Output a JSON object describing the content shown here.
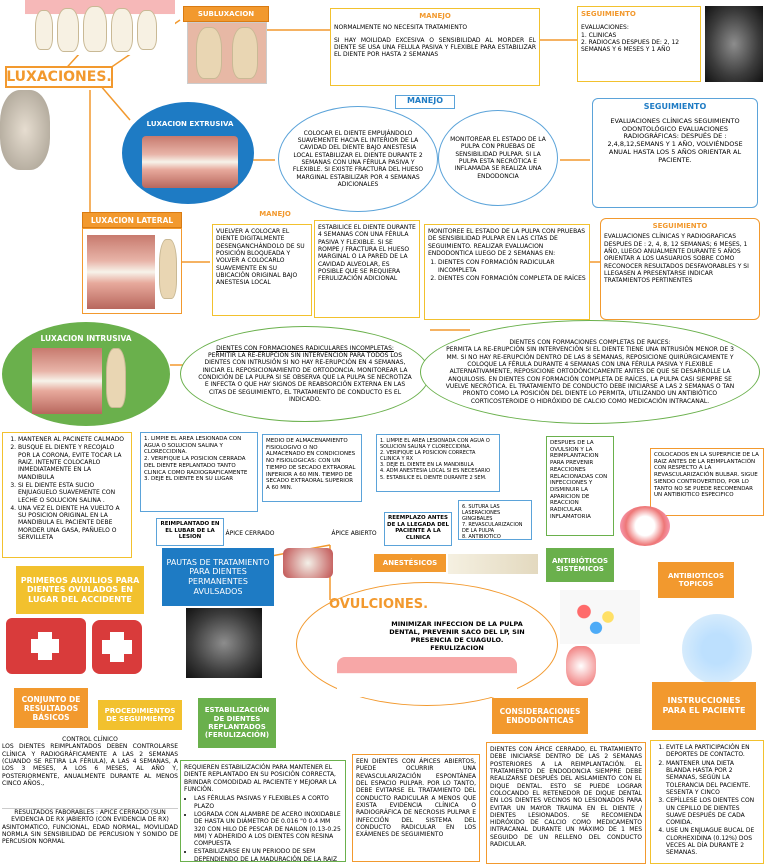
{
  "title": "LUXACIONES.",
  "subluxacion": "SUBLUXACION",
  "manejo_label": "MANEJO",
  "seguimiento_label": "SEGUIMIENTO",
  "sub_manejo_1": "NORMALMENTE NO NECESITA TRATAMIENTO",
  "sub_manejo_2": "SI HAY MOILIDAD EXCESIVA O SENSIBILIDAD AL MORDER EL DIENTE SE USA UNA FELULA PASIVA Y FLEXIBLE PARA ESTABILIZAR EL DIENTE POR HASTA 2 SEMANAS",
  "sub_seg": [
    "EVALUACIONES:",
    "1. CLINICAS",
    "2. RADIOCAS DESPUES DE: 2, 12 SEMANAS Y 6 MESES Y 1 AÑO"
  ],
  "extrusiva": "LUXACION EXTRUSIVA",
  "ext_manejo_1": "COLOCAR EL DIENTE EMPUJÁNDOLO SUAVEMENTE HACIA EL INTERIOR DE LA CAVIDAD DEL DIENTE BAJO ANESTESIA LOCAL ESTABILIZAR EL DIENTE DURANTE 2 SEMANAS CON UNA FÉRULA PASIVA Y FLEXIBLE. SI EXISTE FRACTURA DEL HUESO MARGINAL ESTABILIZAR POR 4 SEMANAS ADICIONALES",
  "ext_manejo_2": "MONITOREAR EL ESTADO DE LA PULPA CON PRUEBAS DE SENSIBILIDAD PULPAR. SI LA PULPA ESTA NECRÓTICA E INFLAMADA SE REALIZA UNA ENDODONCIA",
  "ext_seg": "EVALUACIONES CLÍNICAS SEGUIMIENTO ODONTOLÓGICO EVALUACIONES RADIOGRÁFICAS: DESPUÉS DE : 2,4,8,12,SEMANS Y 1 AÑO, VOLVIÉNDOSE ANUAL HASTA LOS 5 AÑOS ORIENTAR AL PACIENTE.",
  "lateral": "LUXACION LATERAL",
  "lat_manejo_1": "VUELVER A COLOCAR EL DIENTE DIGITALMENTE DESENGANCHÁNDOLO DE SU POSICIÓN BLOQUEADA Y VOLVER A COLOCARLO SUAVEMENTE EN SU UBICACIÓN ORIGINAL BAJO ANESTESIA LOCAL",
  "lat_manejo_2": "ESTABILICE EL DIENTE DURANTE 4 SEMANAS CON UNA FÉRULA PASIVA Y FLEXIBLE. SI SE ROMPE / FRACTURA EL HUESO MARGINAL O LA PARED DE LA CAVIDAD ALVEOLAR, ES POSIBLE QUE SE REQUIERA FERULIZACIÓN ADICIONAL",
  "lat_manejo_3_intro": "MONITOREE EL ESTADO DE LA PULPA CON PRUEBAS DE SENSIBILIDAD PULPAR EN LAS CITAS DE SEGUIMIENTO. REALIZAR EVALUACION ENDODONTICA LUEGO DE 2 SEMANAS EN:",
  "lat_manejo_3_items": [
    "DIENTES CON FORMACIÓN RADICULAR INCOMPLETA",
    "DIENTES CON FORMACIÓN COMPLETA DE RAÍCES"
  ],
  "lat_seg": "EVALUACIONES CLÍNICAS Y RADIOGRAFICAS DESPUES DE : 2, 4, 8, 12 SEMANAS; 6 MESES, 1 AÑO, LUEGO ANUALMENTE DURANTE 5 AÑOS ORIENTAR A LOS UASUARIOS SOBRE COMO RECONOCER RESULTADOS DESFAVORABLES Y SI LLEGASEN A PRESENTARSE INDICAR TRATAMIENTOS PERTINENTES",
  "intrusiva": "LUXACION INTRUSIVA",
  "int_incompletas_title": "DIENTES CON FORMACIONES RADICULARES INCOMPLETAS:",
  "int_incompletas": "PERMITIR LA RE-ERUPCIÓN SIN INTERVENCIÓN PARA TODOS LOS DIENTES CON INTRUSIÓN SI NO HAY RE-ERUPCIÓN EN 4 SEMANAS, INICIAR EL REPOSICIONAMIENTO DE ORTODONCIA. MONITOREAR LA CONDICIÓN DE LA PULPA SI SE OBSERVA QUE LA PULPA SE NECROTIZA E INFECTA O QUE HAY SIGNOS DE REABSORCIÓN EXTERNA EN LAS CITAS DE SEGUIMIENTO, EL TRATAMIENTO DE CONDUCTO ES EL INDICADO.",
  "int_completas_title": "DIENTES CON FORMACIONES COMPLETAS DE RAICES:",
  "int_completas": "PERMITA LA RE-ERUPCIÓN SIN INTERVENCIÓN SI EL DIENTE TIENE UNA INTRUSIÓN MENOR DE 3 MM. SI NO HAY RE-ERUPCIÓN DENTRO DE LAS 8 SEMANAS, REPOSICIONE QUIRÚRGICAMENTE Y COLOQUE LA FÉRULA DURANTE 4 SEMANAS CON UNA FÉRULA PASIVA Y FLEXIBLE ALTERNATIVAMENTE, REPOSICIONE ORTODÓNCICAMENTE ANTES DE QUE SE DESARROLLE LA ANQUILOSIS. EN DIENTES CON FORMACIÓN COMPLETA DE RAÍCES, LA PULPA CASI SIEMPRE SE VUELVE NECRÓTICA. EL TRATAMIENTO DE CONDUCTO DEBE INICIARSE A LAS 2 SEMANAS O TAN PRONTO COMO LA POSICIÓN DEL DIENTE LO PERMITA, UTILIZANDO UN ANTIBIÓTICO CORTICOSTEROIDE O HIDRÓXIDO DE CALCIO COMO MEDICACIÓN INTRACANAL.",
  "primeros_list": [
    "MANTENER AL PACINETE CALMADO",
    "BUSQUE EL DIENTE Y RECOJALO POR LA CORONA, EVITE TOCAR LA RAIZ. INTENTE COLOCARLO INMEDIATAMENTE EN LA MANDIBULA",
    "SI EL DIENTE ESTA SUCIO ENJUAGUELO SUAVEMENTE CON LECHE O SOLUCION SALINA .",
    "UNA VEZ EL DIENTE HA VUELTO A SU POSICION ORIGINAL EN LA MANDIBULA EL PACIENTE DEBE MORDER UNA GASA, PAÑUELO O SERVILLETA"
  ],
  "cerrado_list": [
    "1. LIMPIE EL AREA LESIONADA CON AGUA O SOLUCION SALINA Y CLORECCIDINA.",
    "2. VERIFIQUE LA POSICION CERRADA DEL DIENTE REPLANTADO TANTO CLINICA COMO RADIOGRAFICAMENTE",
    "3. DEJE EL DIENTE EN SU LUGAR"
  ],
  "medio": "MEDIO DE ALMACENAMIENTO FISIOLOGIVO O NO ALMACENADO EN CONDICIONES NO FISIOLOGICAS: CON UN TIEMPO DE SECADO EXTRAORAL INFERIOR A 60 MIN. TIEMPO DE SECADO EXTRAORAL SUPERIOR A 60 MIN.",
  "abierto_list": [
    "1. LIMPIE EL AREA LESIONADA CON AGUA O SOLUCION SALINA Y CLORECCIDINA.",
    "2. VERIFIQUE LA POSICION CORRECTA CLINICA Y RX",
    "3. DEJE EL DIENTE EN LA MANDIBULA",
    "4. ADM ANESTESIA LOCAL SI ES NECESARIO",
    "5. ESTABILICE EL DIENTE DURANTE 2 SEM."
  ],
  "abierto_list2": [
    "6. SUTURA LAS LASERACIONES GINGIBALES",
    "7. REVASCULARIZACION DE LA PULPA",
    "8. ANTIBIOTICO"
  ],
  "antib_text": "DESPUES DE LA OVULSION Y LA REIMPLANTACION PARA PREVENIR REACCIONES RELACIONADAS CON INFECCIONES Y DISMINUIR LA APARICION DE REACCION RADICULAR INFLAMATORIA",
  "topicos_text": "COLOCADOS EN LA SUPERFICIE DE LA RAIZ ANTES DE LA REIMPLANTACIÓN CON RESPECTO A LA REVASCULARIZACIÓN BULBAR. SIGUE SIENDO CONTROVERTIDO, POR LO TANTO NO SE PUEDE RECOMENDAR UN ANTIBIOTICO ESPECIFICO",
  "reimplantado": "REIMPLANTADO EN EL LUBAR DE LA LESION",
  "apice_cerrado": "ÁPICE CERRADO",
  "apice_abierto": "ÁPICE ABIERTO",
  "reemplazo": "REEMPLAZO ANTES DE LA LLEGADA DEL PACIENTE A LA CLINICA",
  "pautas": "PAUTAS DE TRATAMIENTO PARA DIENTES PERMANENTES AVULSADOS",
  "anesteticos": "ANESTÉSICOS",
  "antibioticos_sist": "ANTIBIÓTICOS SISTÉMICOS",
  "antibioticos_top": "ANTIBIOTICOS TOPICOS",
  "primeros_auxilios": "PRIMEROS AUXILIOS PARA DIENTES OVULADOS EN LUGAR DEL ACCIDENTE",
  "ovulciones": "OVULCIONES.",
  "ovulciones_text": "MINIMIZAR INFECCION DE LA PULPA DENTAL, PREVENIR SACO DEL LP, SIN PRESENCIA DE CUAGULO. FERULIZACION",
  "conjunto": "CONJUNTO DE RESULTADOS BÁSICOS",
  "procedimientos": "PROCEDIMIENTOS DE SEGUIMIENTO",
  "estabilizacion": "ESTABILIZACIÓN DE DIENTES REPLANTADOS (FERULIZACIÓN)",
  "consideraciones": "CONSIDERACIONES ENDODÓNTICAS",
  "instrucciones": "INSTRUCCIONES PARA EL PACIENTE",
  "control_title": "CONTROL CLÍNICO",
  "control_text": "LOS DIENTES REIMPLANTADOS DEBEN CONTROLARSE CLÍNICA Y RADIOGRÁFICAMENTE A LAS 2 SEMANAS (CUANDO SE RETIRA LA FÉRULA), A LAS 4 SEMANAS, A LOS 3 MESES, A LOS 6 MESES, AL AÑO Y, POSTERIORMENTE, ANUALMENTE DURANTE AL MENOS CINCO AÑOS.,",
  "resultados_title": "RESULTADOS FABORABLES : APICE CERRADO (SUN EVIDENCIA DE RX JABIERTO (CON EVIDENCIA DE RX)",
  "resultados_text": "ASINTOMATICO, FUNCIONAL, EDAD NORMAL, MOVILIDAD NORMLA SIN SENSIBILIDAD DE PERCUSION Y SONIDO DE PERCUSION NORMAL",
  "ferul_intro": "REQUIEREN ESTABILIZACIÓN PARA MANTENER EL DIENTE REPLANTADO EN SU POSICIÓN CORRECTA, BRINDAR COMODIDAD AL PACIENTE Y MEJORAR LA FUNCIÓN.",
  "ferul_list": [
    "LAS FÉRULAS PASIVAS Y FLEXIBLES A CORTO PLAZO",
    "LOGRADA CON ALAMBRE DE ACERO INOXIDABLE DE HASTA UN DIÁMETRO DE 0.016 \"0 0.4 MM 320 CON HILO DE PESCAR DE NAILON (0.13-0.25 MM) Y ADHERIDO A LOS DIENTES CON RESINA COMPUESTA",
    "ESTABILIZARSE EN UN PERIODO DE SEM DEPENDIENDO DE LA MADURACIÓN DE LA RAIZ"
  ],
  "endo_abiertos": "EEN DIENTES CON ÁPICES ABIERTOS, PUEDE OCURRIR UNA REVASCULARIZACIÓN ESPONTÁNEA DEL ESPACIO PULPAR. POR LO TANTO, DEBE EVITARSE EL TRATAMIENTO DEL CONDUCTO RADICULAR A MENOS QUE EXISTA EVIDENCIA CLÍNICA O RADIOGRÁFICA DE NECROSIS PULPAR E INFECCIÓN DEL SISTEMA DEL CONDUCTO RADICULAR EN LOS EXÁMENES DE SEGUIMIENTO",
  "endo_cerrados": "DIENTES CON ÁPICE CERRADO, EL TRATAMIENTO DEBE INICIARSE DENTRO DE LAS 2 SEMANAS POSTERIORES A LA REIMPLANTACIÓN. EL TRATAMIENTO DE ENDODONCIA SIEMPRE DEBE REALIZARSE DESPUÉS DEL AISLAMIENTO CON EL DIQUE DENTAL. ESTO SE PUEDE LOGRAR COLOCANDO EL RETENEDOR DE DIQUE DENTAL EN LOS DIENTES VECINOS NO LESIONADOS PARA EVITAR UN MAYOR TRAUMA EN EL DIENTE / DIENTES LESIONADOS. SE RECOMIENDA HIDRÓXIDO DE CALCIO COMO MEDICAMENTO INTRACANAL DURANTE UN MÁXIMO DE 1 MES SEGUIDO DE UN RELLENO DEL CONDUCTO RADICULAR.",
  "instr_list": [
    "EVITE LA PARTICIPACIÓN EN DEPORTES DE CONTACTO.",
    "MANTENER UNA DIETA BLANDA HASTA POR 2 SEMANAS, SEGÚN LA TOLERANCIA DEL PACIENTE. SESENTA Y CINCO",
    "CEPÍLLESE LOS DIENTES CON UN CEPILLO DE DIENTES SUAVE DESPUÉS DE CADA COMIDA.",
    "USE UN ENJUAGUE BUCAL DE CLORHEXIDINA (0.12%) DOS VECES AL DÍA DURANTE 2 SEMANAS."
  ],
  "colors": {
    "orange": "#f2992e",
    "blue": "#1e7bc4",
    "green": "#6ab04c",
    "yellow": "#f2c12e"
  }
}
